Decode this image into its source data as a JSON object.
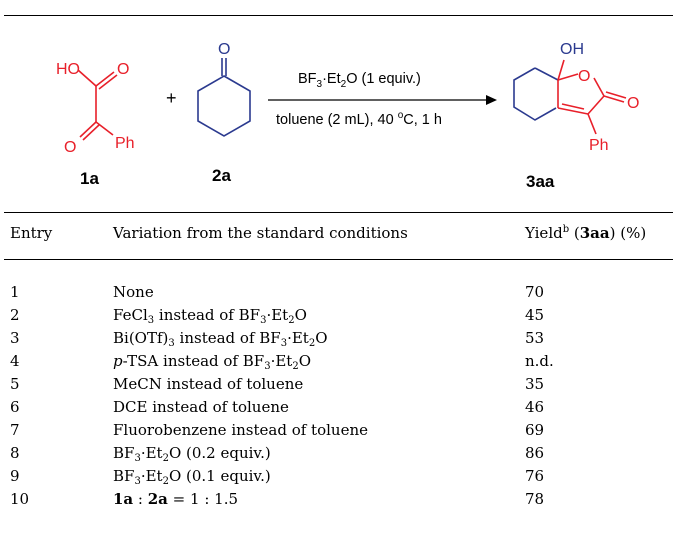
{
  "scheme": {
    "reactant1_label": "1a",
    "reactant2_label": "2a",
    "product_label": "3aa",
    "plus": "+",
    "reagent_above": "BF3·Et2O (1 equiv.)",
    "conditions_below": "toluene (2 mL), 40 °C, 1 h",
    "atoms": {
      "r1_ho": "HO",
      "r1_o_top": "O",
      "r1_o_bottom": "O",
      "r1_ph": "Ph",
      "r2_o": "O",
      "p_oh": "OH",
      "p_o_ring": "O",
      "p_o_carbonyl": "O",
      "p_ph": "Ph"
    },
    "colors": {
      "red": "#e8202a",
      "blue": "#2b3a8f",
      "black": "#000000"
    }
  },
  "table": {
    "headers": {
      "entry": "Entry",
      "variation": "Variation from the standard conditions",
      "yield": "Yield^b (3aa) (%)"
    },
    "rows": [
      {
        "entry": "1",
        "variation": "None",
        "yield": "70"
      },
      {
        "entry": "2",
        "variation": "FeCl3 instead of BF3·Et2O",
        "yield": "45"
      },
      {
        "entry": "3",
        "variation": "Bi(OTf)3 instead of BF3·Et2O",
        "yield": "53"
      },
      {
        "entry": "4",
        "variation": "p-TSA instead of BF3·Et2O",
        "yield": "n.d."
      },
      {
        "entry": "5",
        "variation": "MeCN instead of toluene",
        "yield": "35"
      },
      {
        "entry": "6",
        "variation": "DCE instead of toluene",
        "yield": "46"
      },
      {
        "entry": "7",
        "variation": "Fluorobenzene instead of toluene",
        "yield": "69"
      },
      {
        "entry": "8",
        "variation": "BF3·Et2O (0.2 equiv.)",
        "yield": "86"
      },
      {
        "entry": "9",
        "variation": "BF3·Et2O (0.1 equiv.)",
        "yield": "76"
      },
      {
        "entry": "10",
        "variation": "1a : 2a = 1 : 1.5",
        "yield": "78"
      }
    ]
  }
}
